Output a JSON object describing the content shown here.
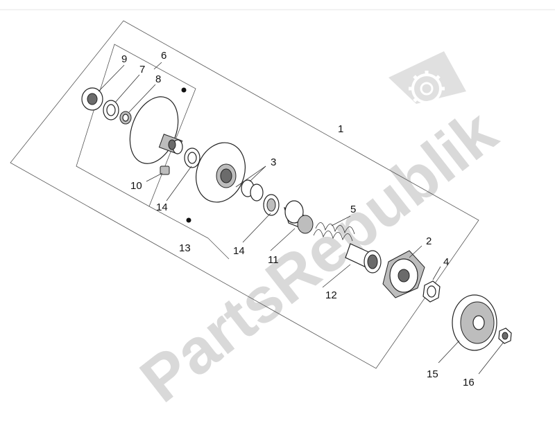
{
  "watermark": {
    "text": "PartsRepublik",
    "logo_icon": "gear-icon"
  },
  "callouts": [
    {
      "id": "1",
      "label": "1"
    },
    {
      "id": "2",
      "label": "2"
    },
    {
      "id": "3",
      "label": "3"
    },
    {
      "id": "4",
      "label": "4"
    },
    {
      "id": "5",
      "label": "5"
    },
    {
      "id": "6",
      "label": "6"
    },
    {
      "id": "7",
      "label": "7"
    },
    {
      "id": "8",
      "label": "8"
    },
    {
      "id": "9",
      "label": "9"
    },
    {
      "id": "10",
      "label": "10"
    },
    {
      "id": "11",
      "label": "11"
    },
    {
      "id": "12",
      "label": "12"
    },
    {
      "id": "13",
      "label": "13"
    },
    {
      "id": "14a",
      "label": "14"
    },
    {
      "id": "14b",
      "label": "14"
    },
    {
      "id": "15",
      "label": "15"
    },
    {
      "id": "16",
      "label": "16"
    }
  ]
}
